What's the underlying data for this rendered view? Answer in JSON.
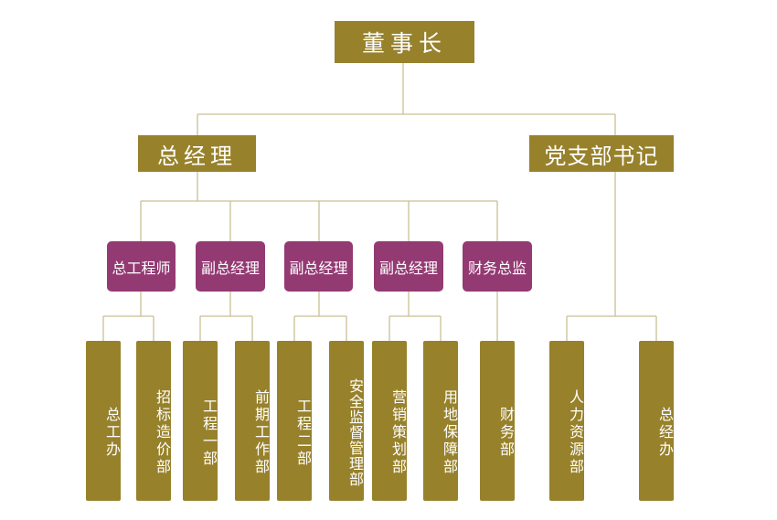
{
  "chairman": "董事长",
  "general_manager": "总经理",
  "party_secretary": "党支部书记",
  "chief_engineer": "总工程师",
  "deputy_gm_1": "副总经理",
  "deputy_gm_2": "副总经理",
  "deputy_gm_3": "副总经理",
  "finance_director": "财务总监",
  "departments": [
    "总工办",
    "招标造价部",
    "工程一部",
    "前期工作部",
    "工程二部",
    "安全监督管理部",
    "营销策划部",
    "用地保障部",
    "财务部",
    "人力资源部",
    "总经办"
  ],
  "colors": {
    "gold": "#97812b",
    "purple": "#943a73",
    "line": "#c9bf95"
  }
}
